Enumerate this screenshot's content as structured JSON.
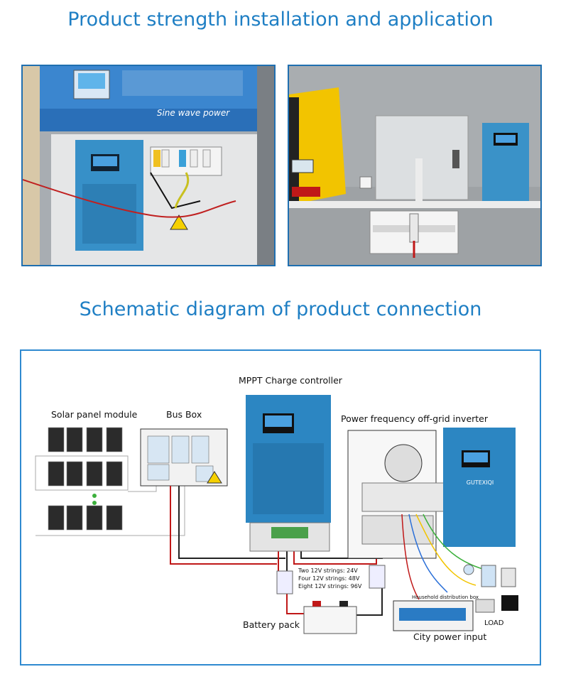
{
  "headings": {
    "installation": "Product strength installation and application",
    "schematic": "Schematic diagram of product connection"
  },
  "photo_left": {
    "inverter_label": "Sine wave power"
  },
  "schematic": {
    "mppt_label": "MPPT Charge controller",
    "solar_label": "Solar panel module",
    "busbox_label": "Bus Box",
    "inverter_label": "Power frequency off-grid inverter",
    "battery_label": "Battery pack",
    "city_label": "City power input",
    "household_label": "Household distribution box",
    "load_label": "LOAD",
    "brand": "GUTEXIQI",
    "strings": [
      "Two 12V strings: 24V",
      "Four 12V strings: 48V",
      "Eight 12V strings: 96V"
    ]
  },
  "colors": {
    "heading": "#1f7fc4",
    "frame": "#2f8ad0",
    "device_blue": "#2c86c2"
  }
}
